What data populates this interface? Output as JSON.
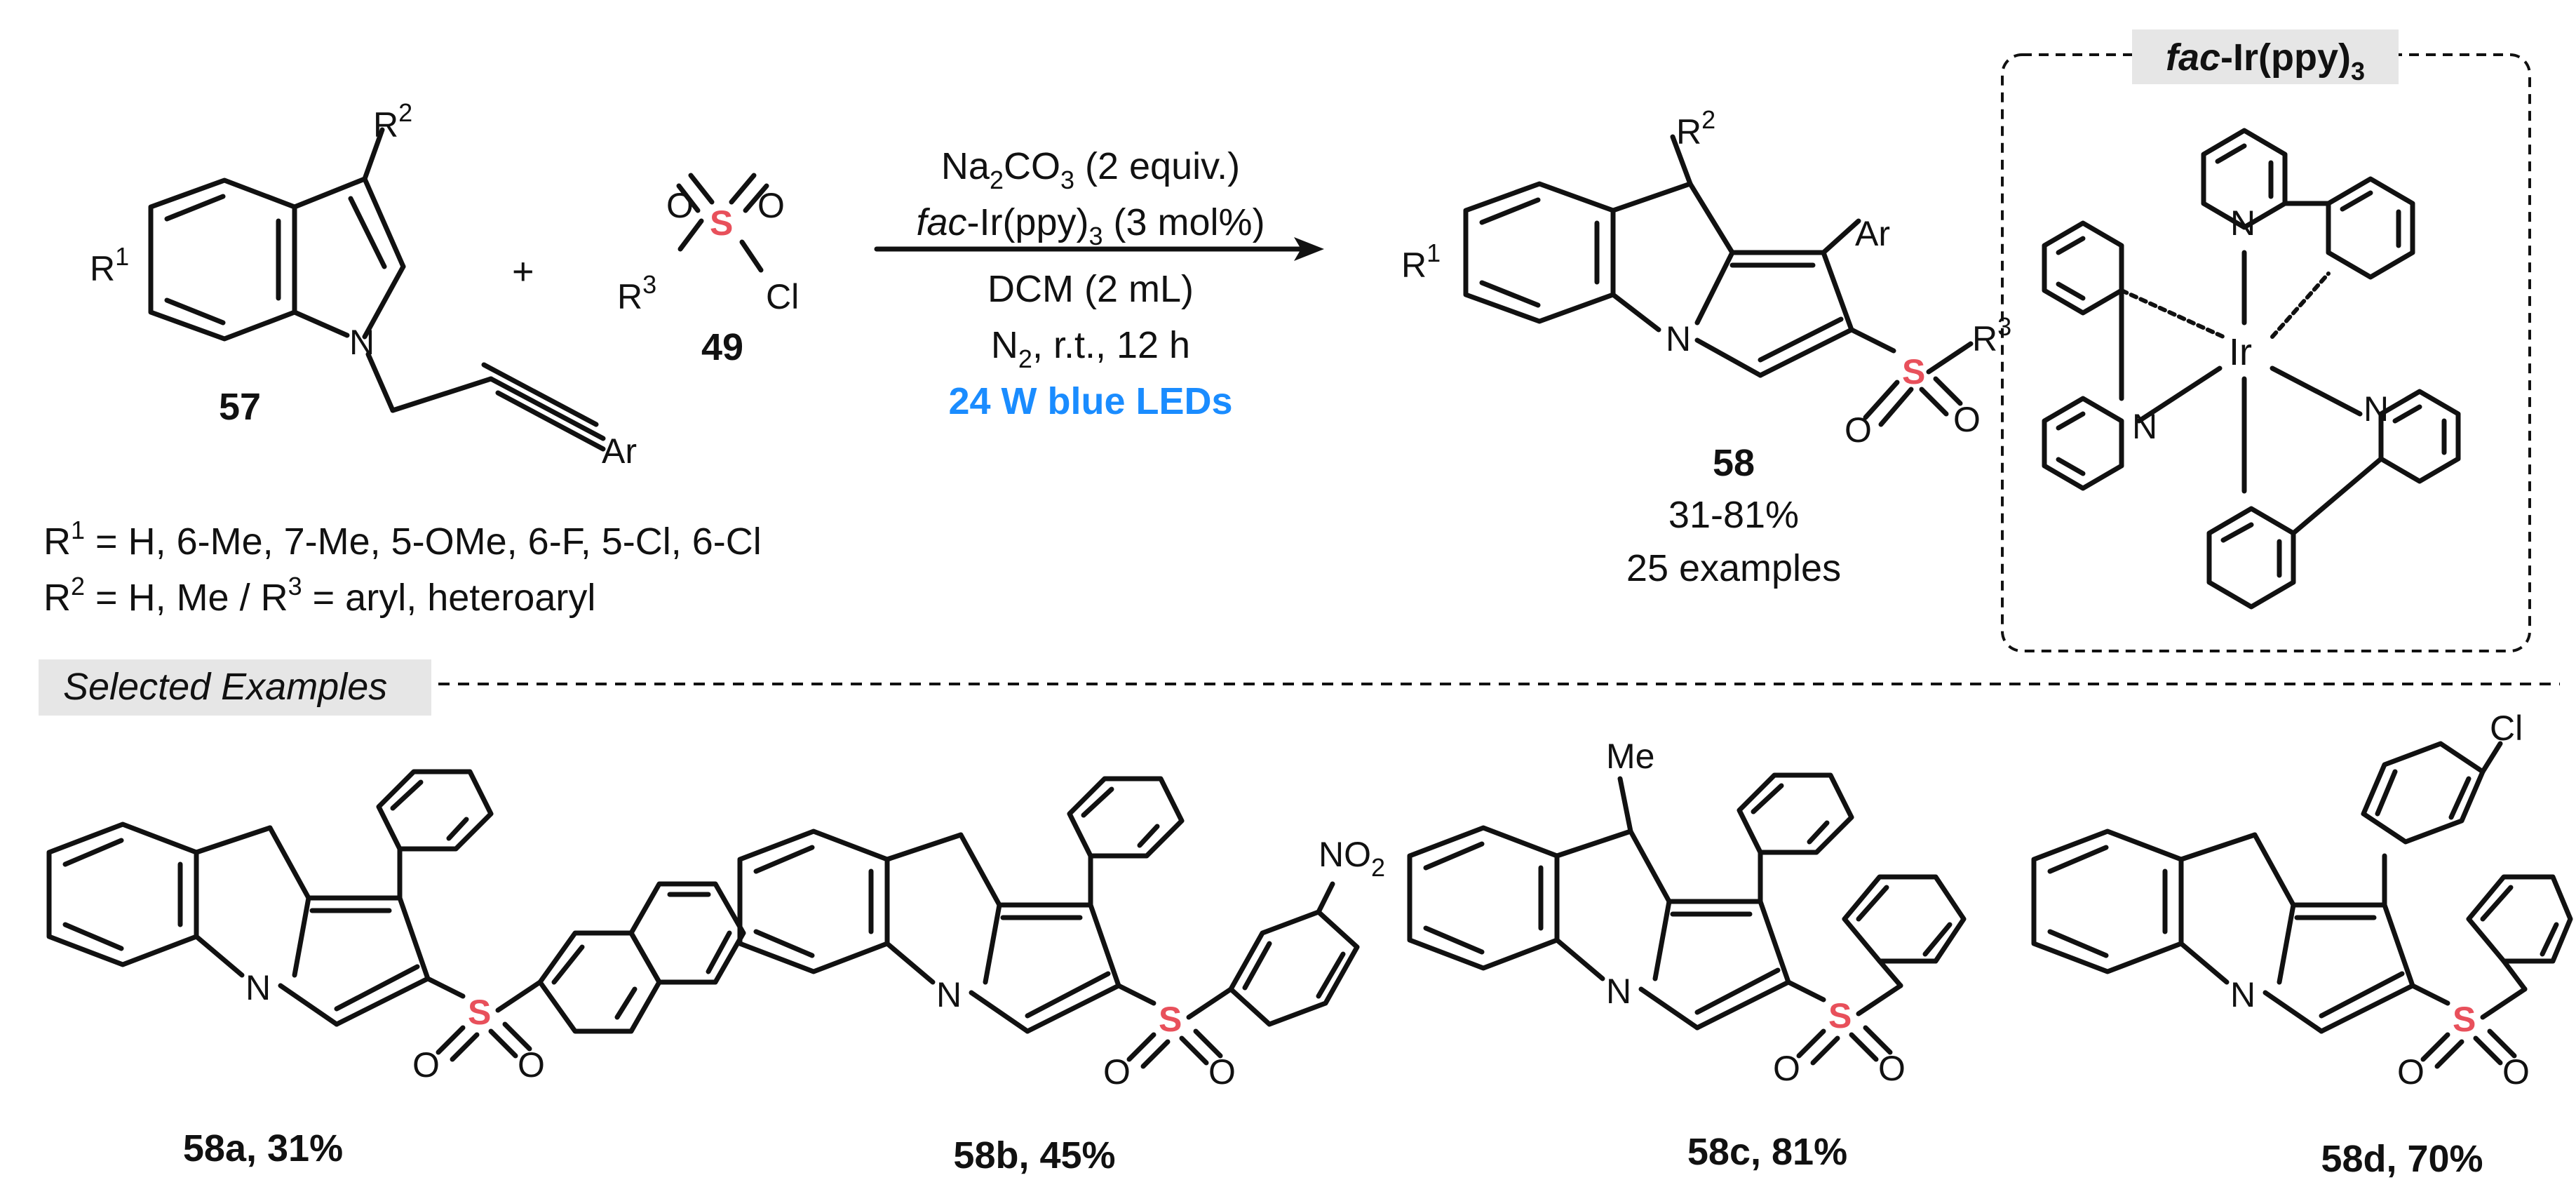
{
  "colors": {
    "accent_blue": "#1a8cff",
    "sulfur_red": "#e8505b",
    "label_bg": "#e6e6e6"
  },
  "atoms": {
    "N": "N",
    "S": "S",
    "O": "O",
    "Cl": "Cl",
    "Ir": "Ir",
    "Ar": "Ar",
    "Me": "Me",
    "R": "R",
    "NO": "NO",
    "sub2": "2"
  },
  "sup": {
    "one": "1",
    "two": "2",
    "three": "3"
  },
  "reactants": {
    "plus": "+",
    "indole_label": "57",
    "sulfonyl_label": "49"
  },
  "conditions": {
    "line1_a": "Na",
    "line1_sub1": "2",
    "line1_b": "CO",
    "line1_sub2": "3",
    "line1_c": " (2 equiv.)",
    "line2_ital": "fac",
    "line2_rest": "-Ir(ppy)",
    "line2_sub": "3",
    "line2_end": " (3 mol%)",
    "line3": "DCM (2 mL)",
    "line4_a": "N",
    "line4_sub": "2",
    "line4_b": ", r.t., 12 h",
    "line5": "24 W blue LEDs"
  },
  "product": {
    "label": "58",
    "yield": "31-81%",
    "examples": "25 examples"
  },
  "substituents": {
    "r1_text": " = H, 6-Me, 7-Me, 5-OMe, 6-F, 5-Cl, 6-Cl",
    "r2_text_a": " = H, Me / R",
    "r2_text_b": " = aryl, heteroaryl"
  },
  "catalyst_box": {
    "ital": "fac",
    "rest": "-Ir(ppy)",
    "sub": "3"
  },
  "selected_title": "Selected Examples",
  "examples": [
    {
      "id": "58a",
      "yield": ", 31%"
    },
    {
      "id": "58b",
      "yield": ", 45%"
    },
    {
      "id": "58c",
      "yield": ", 81%"
    },
    {
      "id": "58d",
      "yield": ", 70%"
    }
  ]
}
